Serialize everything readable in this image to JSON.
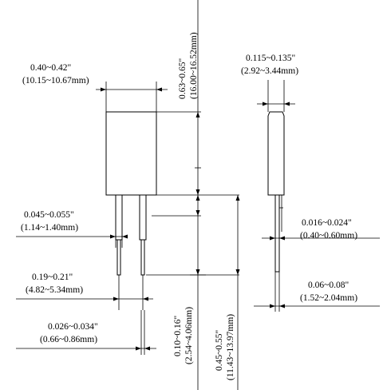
{
  "dimensions": {
    "body_width": {
      "inch": "0.40~0.42\"",
      "mm": "(10.15~10.67mm)"
    },
    "body_height": {
      "inch": "0.63~0.65\"",
      "mm": "(16.00~16.52mm)"
    },
    "body_thickness": {
      "inch": "0.115~0.135\"",
      "mm": "(2.92~3.44mm)"
    },
    "standoff_width": {
      "inch": "0.045~0.055\"",
      "mm": "(1.14~1.40mm)"
    },
    "lead_thickness": {
      "inch": "0.016~0.024\"",
      "mm": "(0.40~0.60mm)"
    },
    "lead_pitch": {
      "inch": "0.19~0.21\"",
      "mm": "(4.82~5.34mm)"
    },
    "lead_offset": {
      "inch": "0.06~0.08\"",
      "mm": "(1.52~2.04mm)"
    },
    "lead_width": {
      "inch": "0.026~0.034\"",
      "mm": "(0.66~0.86mm)"
    },
    "standoff_height": {
      "inch": "0.10~0.16\"",
      "mm": "(2.54~4.06mm)"
    },
    "lead_length": {
      "inch": "0.45~0.55\"",
      "mm": "(11.43~13.97mm)"
    }
  }
}
